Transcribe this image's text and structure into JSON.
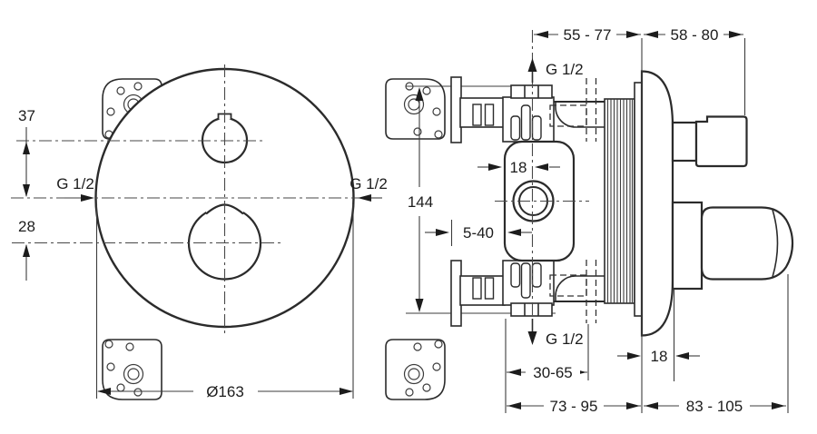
{
  "front_view": {
    "dim_37": "37",
    "dim_28": "28",
    "g12_left": "G 1/2",
    "g12_right": "G 1/2",
    "diameter": "Ø163"
  },
  "side_view": {
    "dim_55_77": "55 - 77",
    "dim_58_80": "58 - 80",
    "g12_top": "G 1/2",
    "g12_bottom": "G 1/2",
    "dim_144": "144",
    "dim_18_body": "18",
    "dim_5_40": "5-40",
    "dim_30_65": "30-65",
    "dim_18_escutcheon": "18",
    "dim_73_95": "73 - 95",
    "dim_83_105": "83 - 105"
  },
  "colors": {
    "line": "#2b2b2b",
    "thin_line": "#3c3c3c",
    "text": "#1c1c1c",
    "background": "#ffffff"
  }
}
